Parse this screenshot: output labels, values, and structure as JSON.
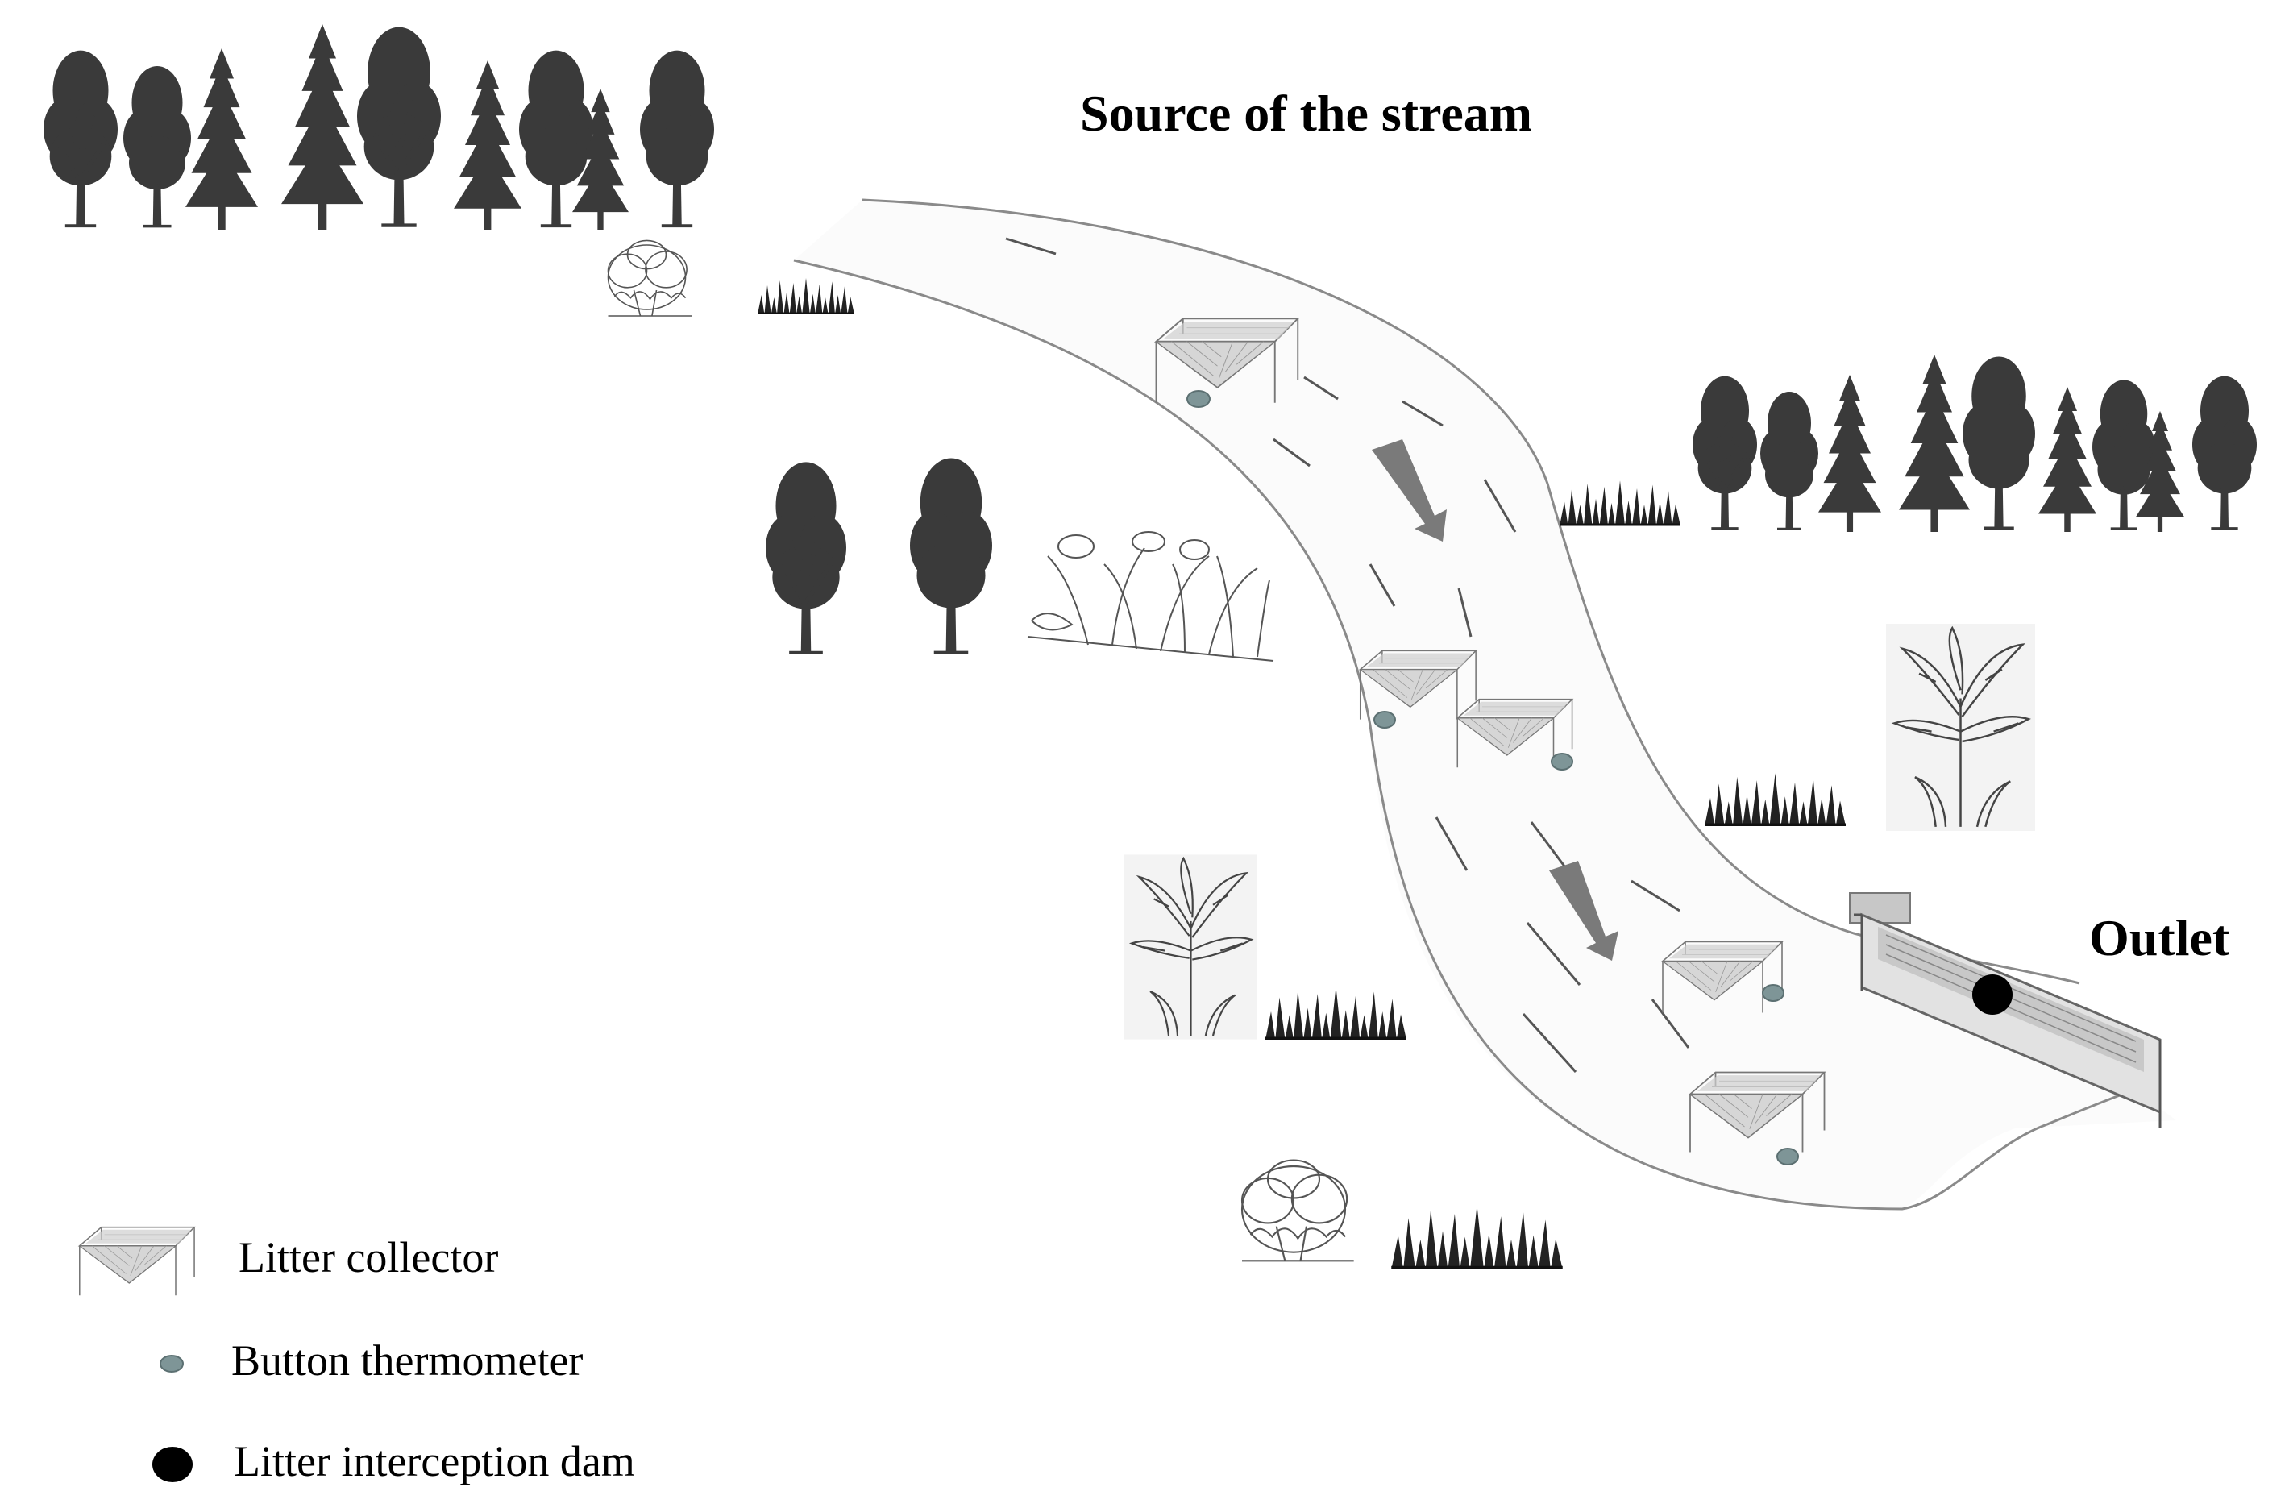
{
  "diagram": {
    "labels": {
      "source": "Source of the stream",
      "outlet": "Outlet"
    },
    "legend": [
      {
        "symbol": "litter-collector",
        "label": "Litter collector"
      },
      {
        "symbol": "button-thermometer",
        "label": "Button thermometer"
      },
      {
        "symbol": "litter-interception-dam",
        "label": "Litter interception dam"
      }
    ],
    "colors": {
      "vegetation": "#3a3a3a",
      "stream_edge": "#8a8a8a",
      "thermometer": "#7e9597",
      "dam_marker": "#000000",
      "flow_arrow": "#7a7a7a"
    }
  }
}
